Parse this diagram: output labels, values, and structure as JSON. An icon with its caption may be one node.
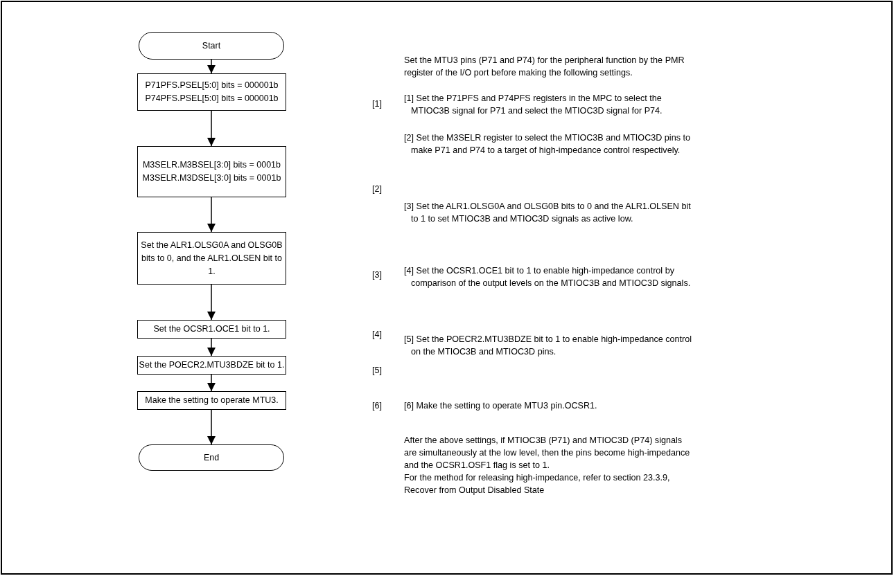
{
  "diagram": {
    "nodes": [
      {
        "text": [
          "Start"
        ]
      },
      {
        "text": [
          "P71PFS.PSEL[5:0] bits = 000001b P74PFS.PSEL[5:0] bits = 000001b"
        ]
      },
      {
        "text": [
          "M3SELR.M3BSEL[3:0] bits = 0001b M3SELR.M3DSEL[3:0] bits = 0001b"
        ]
      },
      {
        "text": [
          "Set the ALR1.OLSG0A and OLSG0B bits to 0, and the ALR1.OLSEN bit to 1."
        ]
      },
      {
        "text": [
          "Set the OCSR1.OCE1 bit to 1."
        ]
      },
      {
        "text": [
          "Set the POECR2.MTU3BDZE bit to 1."
        ]
      },
      {
        "text": [
          "Make the setting to operate MTU3."
        ]
      },
      {
        "text": [
          "End"
        ]
      }
    ],
    "edges": [
      {
        "from": 0,
        "to": 1,
        "arrow": "to"
      },
      {
        "from": 1,
        "to": 2,
        "arrow": "to"
      },
      {
        "from": 2,
        "to": 3,
        "arrow": "to"
      },
      {
        "from": 3,
        "to": 4,
        "arrow": "to"
      },
      {
        "from": 4,
        "to": 5,
        "arrow": "to"
      },
      {
        "from": 5,
        "to": 6,
        "arrow": "to"
      },
      {
        "from": 6,
        "to": 7,
        "arrow": "to"
      }
    ],
    "labels": [
      "Set the MTU3 pins (P71 and P74) for the peripheral function by the PMR register of the I/O port before making the following settings.",
      "[1]",
      "[1] Set the P71PFS and P74PFS registers in the MPC to select the MTIOC3B signal for P71 and select the MTIOC3D signal for P74.",
      "[2]",
      "[2] Set the M3SELR register to select the MTIOC3B and MTIOC3D pins to make P71 and P74 to a target of high-impedance control respectively.",
      "[3]",
      "[3] Set the ALR1.OLSG0A and OLSG0B bits to 0 and the ALR1.OLSEN bit to 1 to set MTIOC3B and MTIOC3D signals as active low.",
      "[4]",
      "[4] Set the OCSR1.OCE1 bit to 1 to enable high-impedance control by comparison of the output levels on the MTIOC3B and MTIOC3D signals.",
      "[5]",
      "[5] Set the POECR2.MTU3BDZE bit to 1 to enable high-impedance control on the MTIOC3B and MTIOC3D pins.",
      "[6]",
      "[6] Make the setting to operate MTU3 pin.OCSR1.",
      "After the above settings, if MTIOC3B (P71) and MTIOC3D (P74) signals are simultaneously at the low level, then the pins become high-impedance and the OCSR1.OSF1 flag is set to 1.",
      "For the method for releasing high-impedance, refer to section 23.3.9, Recover from Output Disabled State"
    ]
  }
}
